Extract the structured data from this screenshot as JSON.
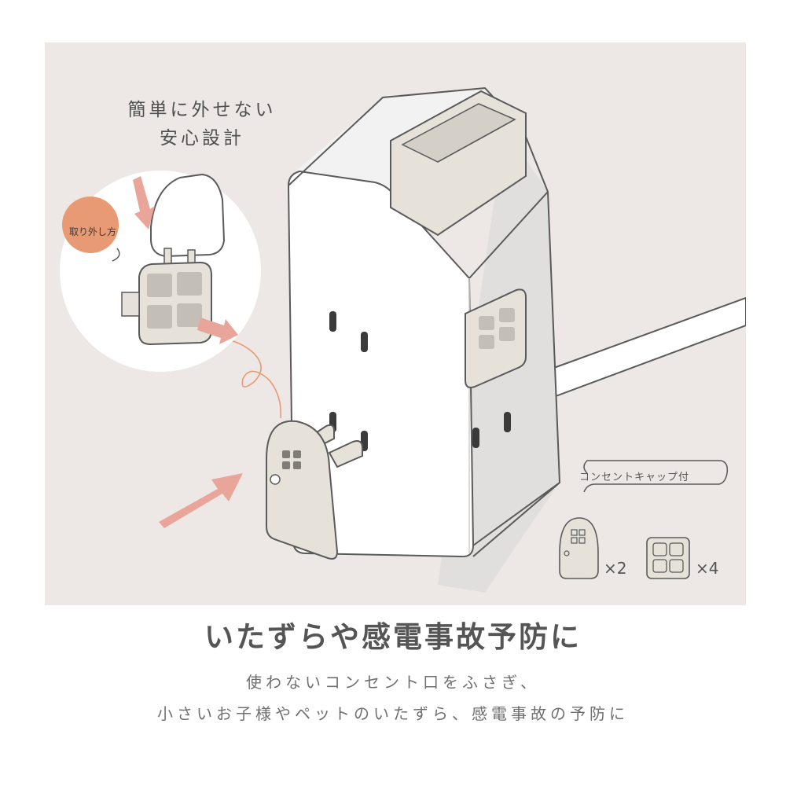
{
  "illustration": {
    "callout": {
      "line1": "簡単に外せない",
      "line2": "安心設計"
    },
    "inset_badge": "取り外し方",
    "accessories": {
      "label": "コンセントキャップ付",
      "door_cap_qty": "×2",
      "window_cap_qty": "×4"
    }
  },
  "copy": {
    "headline": "いたずらや感電事故予防に",
    "line1": "使わないコンセント口をふさぎ、",
    "line2": "小さいお子様やペットのいたずら、感電事故の予防に"
  },
  "colors": {
    "panel_background": "#ede8e5",
    "cap_beige": "#e6e2da",
    "accent_orange": "#e79a73",
    "arrow_pink": "#eaa59a",
    "text_gray": "#555555"
  }
}
